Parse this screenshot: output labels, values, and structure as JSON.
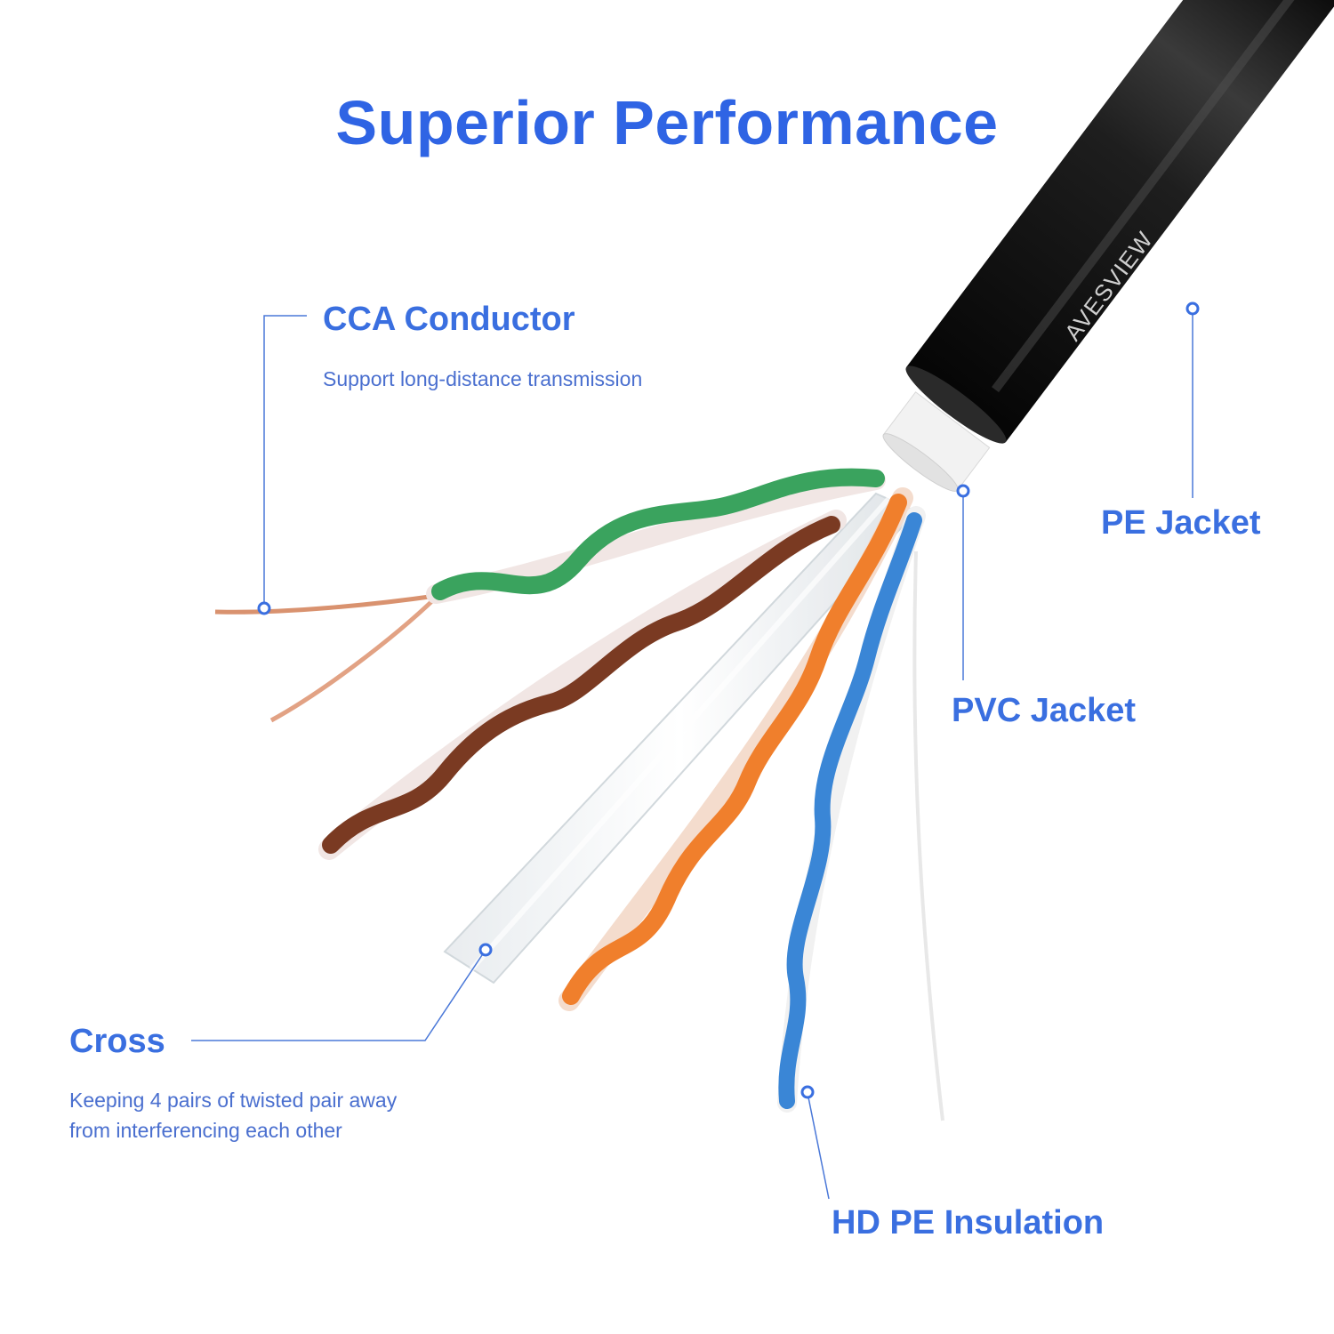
{
  "title": "Superior Performance",
  "brand_print": "AVESVIEW",
  "callouts": {
    "cca": {
      "label": "CCA Conductor",
      "desc": "Support long-distance transmission"
    },
    "pe_jacket": {
      "label": "PE Jacket"
    },
    "pvc_jacket": {
      "label": "PVC Jacket"
    },
    "cross": {
      "label": "Cross",
      "desc_line1": "Keeping 4 pairs of twisted pair away",
      "desc_line2": "from interferencing each other"
    },
    "hd_pe": {
      "label": "HD PE Insulation"
    }
  },
  "colors": {
    "accent": "#3a6fe0",
    "title": "#2f64e4",
    "leader": "#4a78d8",
    "jacket": "#141414",
    "inner_jacket": "#eeeeee",
    "copper": "#d9926f",
    "green": "#3aa35e",
    "brown": "#7a3a22",
    "orange": "#f07f2c",
    "blue": "#3a86d6",
    "white_wire": "#f1e6e4"
  }
}
